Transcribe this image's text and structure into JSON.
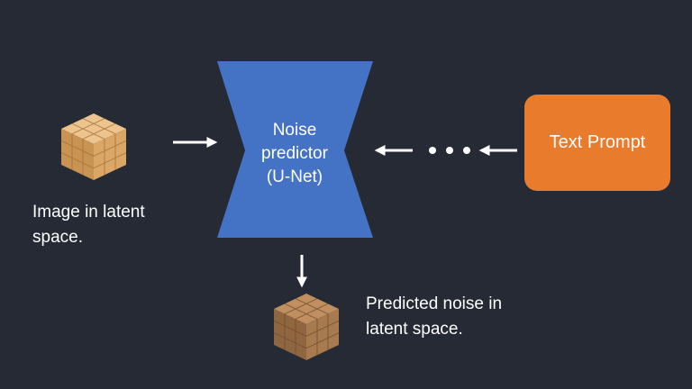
{
  "unet": {
    "line1": "Noise",
    "line2": "predictor",
    "line3": "(U-Net)"
  },
  "prompt": {
    "label": "Text Prompt"
  },
  "input_caption": {
    "line1": "Image in latent",
    "line2": "space."
  },
  "output_caption": {
    "line1": "Predicted noise in",
    "line2": "latent space."
  },
  "colors": {
    "background": "#252a35",
    "unet_fill": "#4472c4",
    "prompt_fill": "#e97b2d",
    "input_cube": "#dba767",
    "output_cube": "#a87a4f",
    "arrows": "#ffffff"
  },
  "icons": {
    "input": "latent-cube-icon",
    "output": "noise-cube-icon",
    "flow": "arrow-icon"
  }
}
